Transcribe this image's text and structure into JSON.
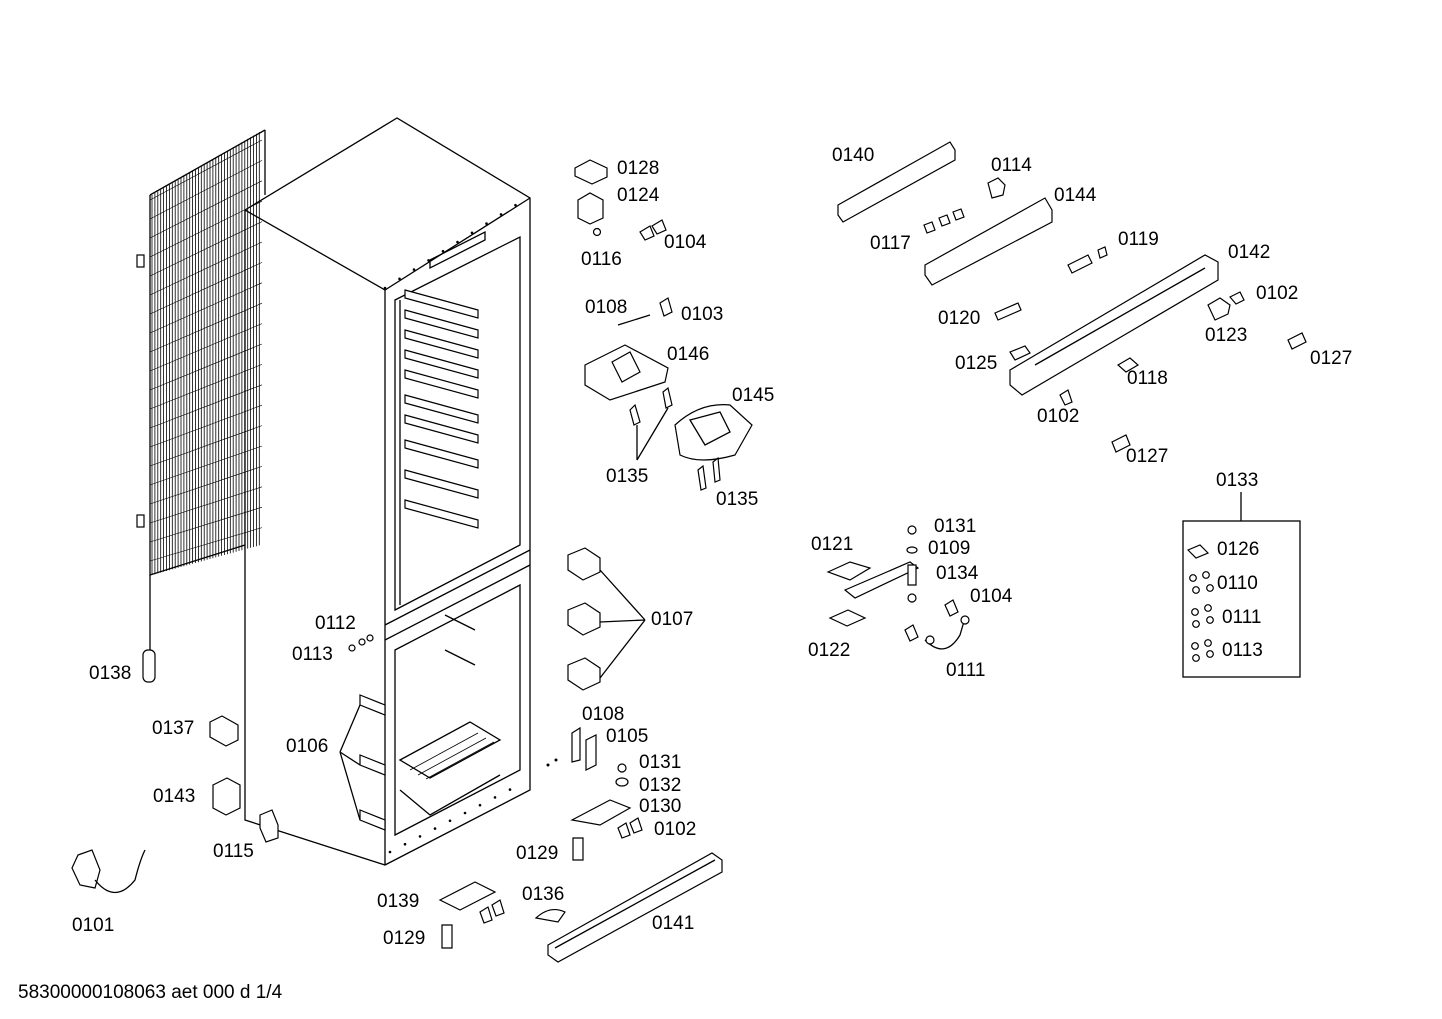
{
  "drawing": {
    "footer": "58300000108063 aet 000 d 1/4",
    "labels": {
      "p0128": "0128",
      "p0124": "0124",
      "p0104a": "0104",
      "p0116": "0116",
      "p0108a": "0108",
      "p0103": "0103",
      "p0146": "0146",
      "p0145": "0145",
      "p0135a": "0135",
      "p0135b": "0135",
      "p0140": "0140",
      "p0114": "0114",
      "p0144": "0144",
      "p0117": "0117",
      "p0119": "0119",
      "p0142": "0142",
      "p0102a": "0102",
      "p0120": "0120",
      "p0123": "0123",
      "p0127a": "0127",
      "p0125": "0125",
      "p0118": "0118",
      "p0102b": "0102",
      "p0127b": "0127",
      "p0133": "0133",
      "p0126": "0126",
      "p0110": "0110",
      "p0111a": "0111",
      "p0113a": "0113",
      "p0121": "0121",
      "p0131a": "0131",
      "p0109": "0109",
      "p0134": "0134",
      "p0104b": "0104",
      "p0122": "0122",
      "p0111b": "0111",
      "p0112": "0112",
      "p0113b": "0113",
      "p0107": "0107",
      "p0138": "0138",
      "p0137": "0137",
      "p0106": "0106",
      "p0143": "0143",
      "p0115": "0115",
      "p0101": "0101",
      "p0108b": "0108",
      "p0105": "0105",
      "p0131b": "0131",
      "p0132": "0132",
      "p0130": "0130",
      "p0102c": "0102",
      "p0129a": "0129",
      "p0139": "0139",
      "p0136": "0136",
      "p0141": "0141",
      "p0129b": "0129"
    }
  }
}
